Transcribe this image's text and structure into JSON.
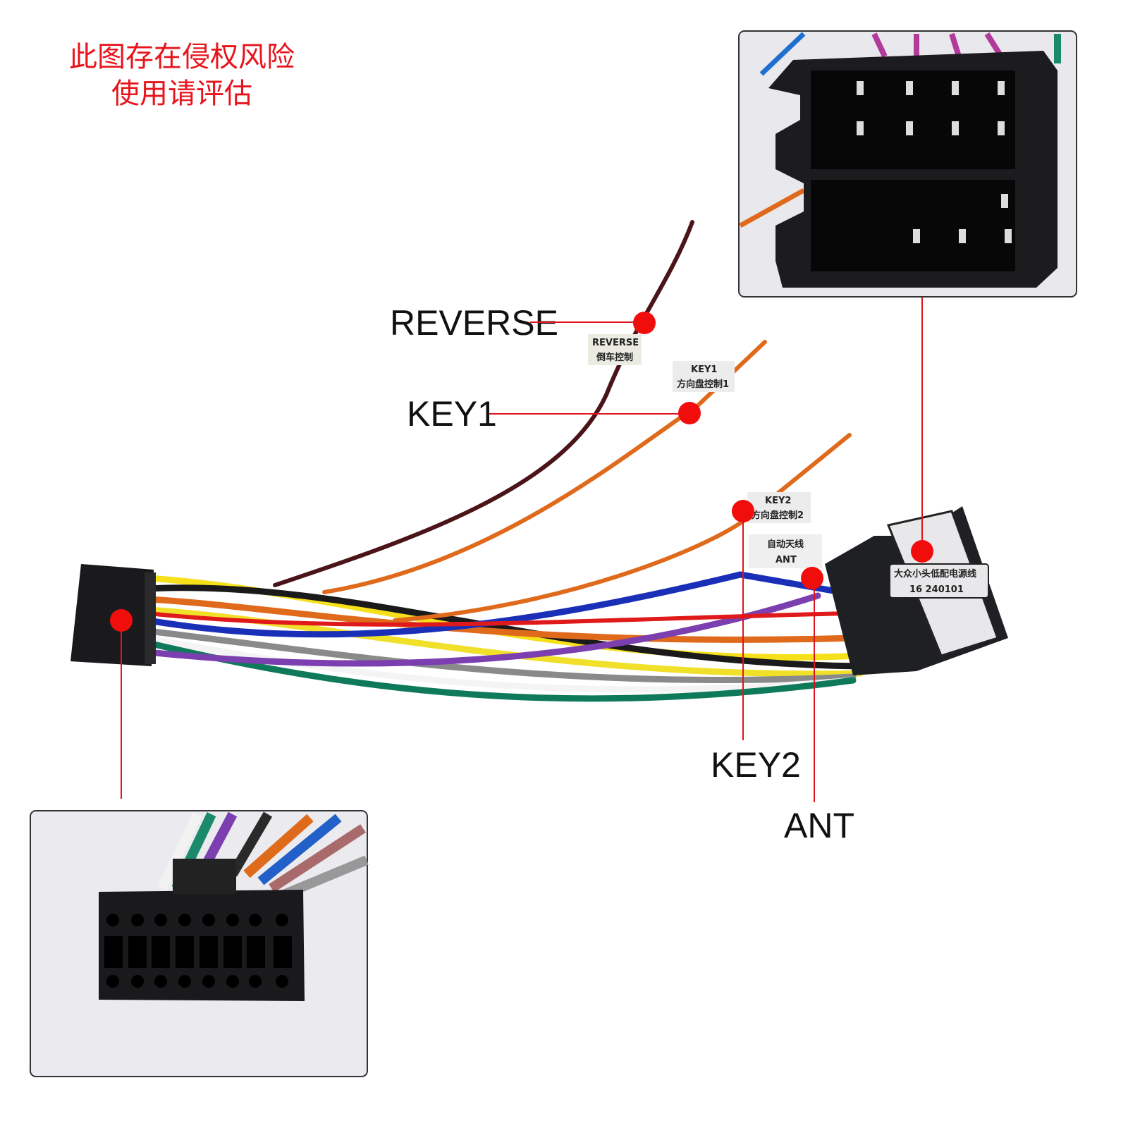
{
  "watermark": {
    "line1": "此图存在侵权风险",
    "line2": "使用请评估"
  },
  "callouts": {
    "reverse": "REVERSE",
    "key1": "KEY1",
    "key2": "KEY2",
    "ant": "ANT"
  },
  "wire_tags": {
    "reverse": {
      "en": "REVERSE",
      "cn": "倒车控制"
    },
    "key1": {
      "en": "KEY1",
      "cn": "方向盘控制1"
    },
    "key2": {
      "en": "KEY2",
      "cn": "方向盘控制2"
    },
    "ant": {
      "en": "ANT",
      "cn": "自动天线"
    }
  },
  "connector_label": {
    "name": "大众小头低配电源线",
    "code": "16 240101"
  },
  "colors": {
    "callout_red": "#f20d0d",
    "watermark_red": "#e8141c"
  }
}
